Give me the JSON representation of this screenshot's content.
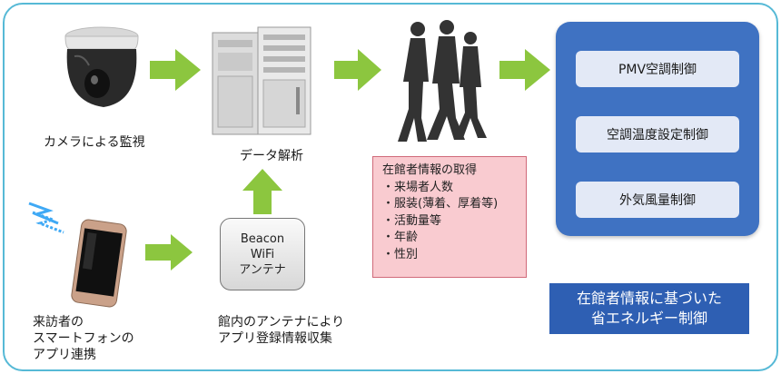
{
  "camera": {
    "caption": "カメラによる監視"
  },
  "server": {
    "caption": "データ解析"
  },
  "beacon": {
    "line1": "Beacon",
    "line2": "WiFi",
    "line3": "アンテナ"
  },
  "smartphone": {
    "caption_lines": [
      "来訪者の",
      "スマートフォンの",
      "アプリ連携"
    ]
  },
  "antenna_note": {
    "lines": [
      "館内のアンテナにより",
      "アプリ登録情報収集"
    ]
  },
  "occupant_info": {
    "title": "在館者情報の取得",
    "items": [
      "・来場者人数",
      "・服装(薄着、厚着等)",
      "・活動量等",
      "・年齢",
      "・性別"
    ]
  },
  "controls": {
    "items": [
      "PMV空調制御",
      "空調温度設定制御",
      "外気風量制御"
    ]
  },
  "summary": {
    "lines": [
      "在館者情報に基づいた",
      "省エネルギー制御"
    ]
  },
  "colors": {
    "arrow": "#8cc63f",
    "frame": "#56b9d6",
    "panel": "#3f72c2",
    "info_fill": "#f9cbd0"
  }
}
